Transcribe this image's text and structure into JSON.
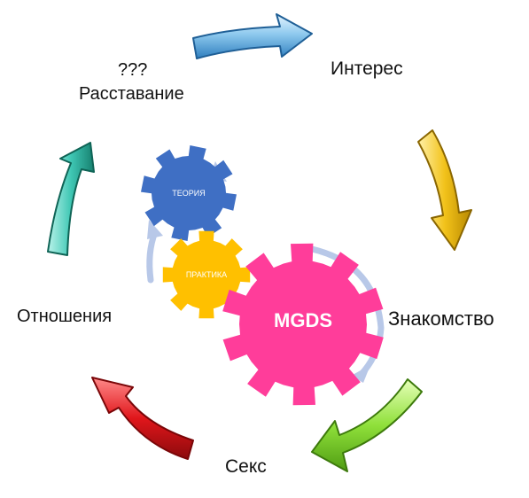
{
  "stages": {
    "interest": "Интерес",
    "acquaintance": "Знакомство",
    "sex": "Секс",
    "relations": "Отношения",
    "breakup_q": "???",
    "breakup": "Расставание"
  },
  "gears": {
    "theory": "ТЕОРИЯ",
    "practice": "ПРАКТИКА",
    "main": "MGDS"
  },
  "colors": {
    "arrow_blue": "#8ec9ee",
    "arrow_yellow": "#f2c21a",
    "arrow_green": "#8fe03a",
    "arrow_red": "#e0161b",
    "arrow_teal": "#3fc7b4",
    "gear_blue": "#3f6fc4",
    "gear_yellow": "#ffc000",
    "gear_pink": "#ff3d9a",
    "cycle_arrow": "#b8c8e8"
  }
}
